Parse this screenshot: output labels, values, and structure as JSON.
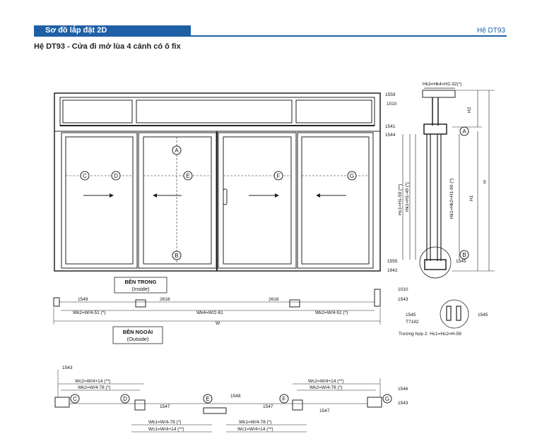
{
  "header": {
    "section_label": "Sơ đồ lắp đặt 2D",
    "system_label": "Hệ DT93"
  },
  "page_title": "Hệ DT93 - Cửa đi mở lùa 4 cánh có ô fix",
  "elevation": {
    "markers": [
      "A",
      "B",
      "C",
      "D",
      "E",
      "F",
      "G"
    ]
  },
  "side_section": {
    "top_dim": "Hk3=Hk4=H2-32(*)",
    "labels": {
      "p1559": "1559",
      "p1010": "1010",
      "p1541": "1541",
      "p1544": "1544",
      "p1555": "1555",
      "p1942": "1942",
      "p1545": "1545"
    },
    "dims": {
      "h2": "H2",
      "h": "H",
      "h1": "H1",
      "hc1": "Hc1=H1-59 (**)",
      "hk1": "Hk1=H1-49 (*)",
      "hk2": "Hk1=Hk2=H1-90 (*)"
    },
    "markers": {
      "a": "A",
      "b": "B"
    }
  },
  "plan_mid": {
    "inside": "BÊN TRONG",
    "inside_en": "(Inside)",
    "outside": "BÊN NGOÀI",
    "outside_en": "(Outside)",
    "labels": {
      "p1549": "1549",
      "p2618a": "2618",
      "p2618b": "2618",
      "p1010": "1010",
      "p1543": "1543"
    },
    "dims": {
      "wk2_left": "Wk2=W/4-51 (*)",
      "wk4": "Wk4=W/2-61",
      "wk2_right": "Wk2=W/4-51 (*)",
      "w": "W"
    }
  },
  "detail": {
    "labels": {
      "l1545": "1545",
      "r1545": "1545",
      "t7182": "T7182"
    },
    "case2": "Trường hợp 2: Hc1=Hc2=H-59"
  },
  "plan_bottom": {
    "labels": {
      "p1543a": "1543",
      "p1547a": "1547",
      "p1548": "1548",
      "p1547b": "1547",
      "p1547c": "1547",
      "p1546": "1546",
      "p1543b": "1543"
    },
    "dims": {
      "wc2_left": "Wc2=W/4+14 (**)",
      "wk2_left": "Wk2=W/4-78 (*)",
      "wk1_left": "Wk1=W/4-78 (*)",
      "wc1_left": "Wc1=W/4+14 (**)",
      "wk1_right": "Wk1=W/4-78 (*)",
      "wc1_right": "Wc1=W/4+14 (**)",
      "wc2_right": "Wc2=W/4+14 (**)",
      "wk2_right": "Wk2=W/4-78 (*)"
    },
    "markers": {
      "c": "C",
      "d": "D",
      "e": "E",
      "f": "F",
      "g": "G"
    }
  }
}
